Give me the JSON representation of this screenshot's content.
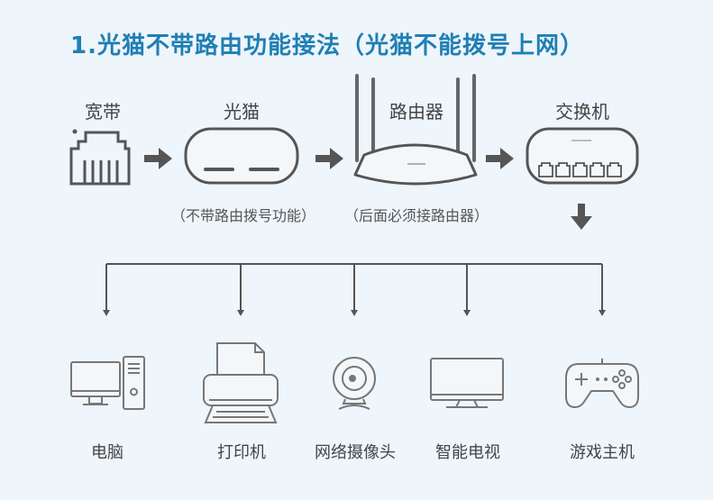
{
  "title": "1.光猫不带路由功能接法（光猫不能拨号上网）",
  "top_row": {
    "broadband": "宽带",
    "modem": "光猫",
    "router": "路由器",
    "switch": "交换机"
  },
  "notes": {
    "modem_note": "（不带路由拨号功能）",
    "router_note": "（后面必须接路由器）"
  },
  "devices": [
    {
      "label": "电脑"
    },
    {
      "label": "打印机"
    },
    {
      "label": "网络摄像头"
    },
    {
      "label": "智能电视"
    },
    {
      "label": "游戏主机"
    }
  ],
  "colors": {
    "title": "#1f7fb4",
    "line": "#555555",
    "device_fill": "#f4f7fa",
    "arrow": "#555555"
  }
}
